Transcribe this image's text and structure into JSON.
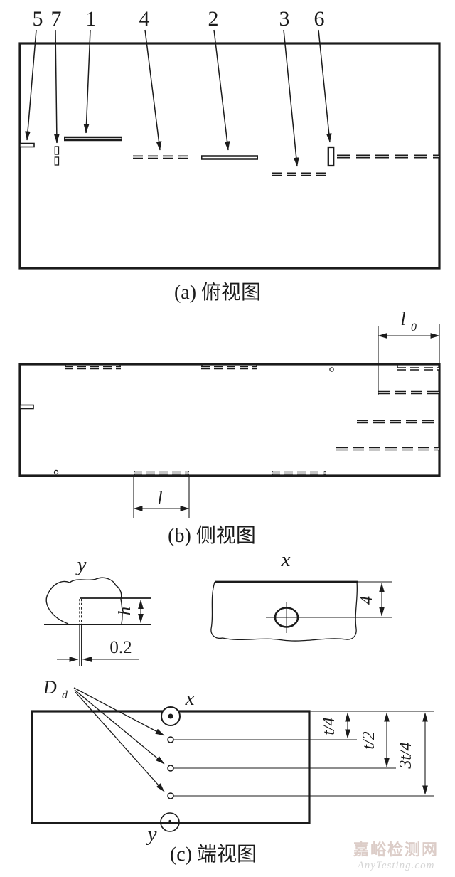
{
  "colors": {
    "ink": "#1b1b1b",
    "paper": "#ffffff",
    "watermark_cn": "#dccdc8",
    "watermark_en": "#d5d5d5"
  },
  "view_top": {
    "caption": "(a) 俯视图",
    "part_labels": [
      "5",
      "7",
      "1",
      "4",
      "2",
      "3",
      "6"
    ]
  },
  "view_side": {
    "caption": "(b) 侧视图",
    "dim_l0": {
      "base": "l",
      "sub": "0"
    },
    "dim_l": "l"
  },
  "view_end": {
    "caption": "(c) 端视图",
    "detail_y_label": "y",
    "detail_x_label": "x",
    "dim_h": "h",
    "dim_slit_width": "0.2",
    "dim_hole_depth": "4",
    "defect_label": {
      "base": "D",
      "sub": "d"
    },
    "axis_x": "x",
    "axis_y": "y",
    "depth_dims": [
      "t/4",
      "t/2",
      "3t/4"
    ]
  },
  "watermark": {
    "line1": "嘉峪检测网",
    "line2": "AnyTesting.com"
  }
}
